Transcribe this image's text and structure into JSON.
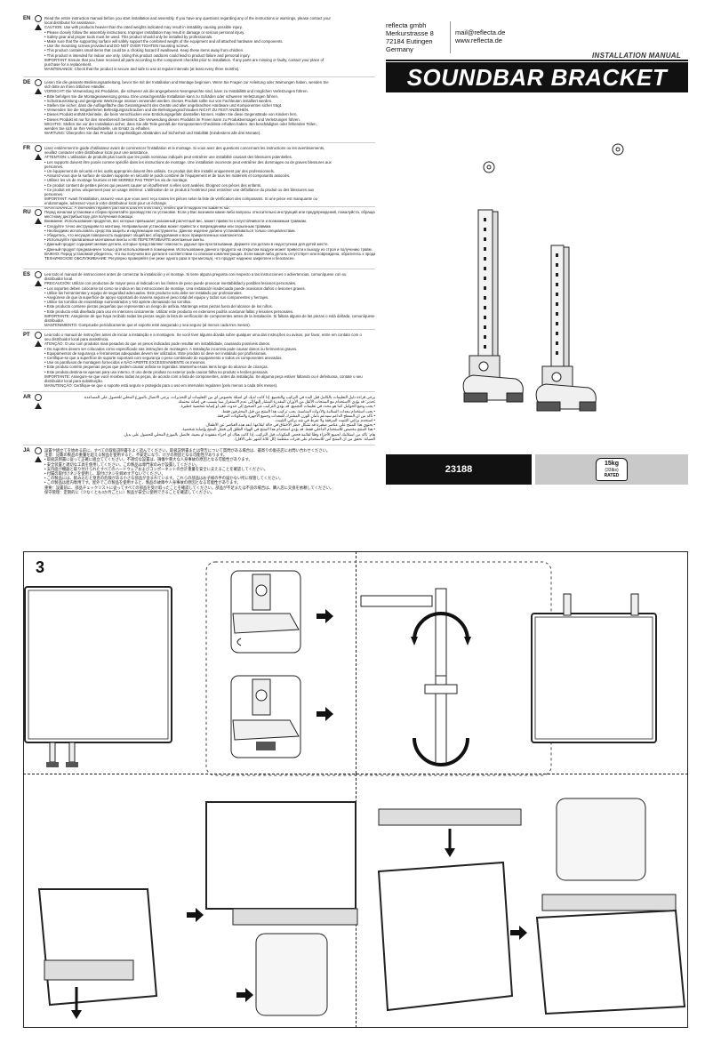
{
  "company": {
    "lines": [
      "reflecta gmbh",
      "Merkurstrasse 8",
      "72184 Eutingen",
      "Germany"
    ],
    "email": "mail@reflecta.de",
    "web": "www.reflecta.de"
  },
  "manual_type": "INSTALLATION MANUAL",
  "product_title": "SOUNDBAR BRACKET",
  "article_number": "23188",
  "weight_badge": {
    "value": "15kg",
    "unit": "(33lbs)",
    "label": "RATED"
  },
  "step_number": "3",
  "languages": [
    {
      "code": "EN",
      "lines": [
        "Read the entire instruction manual before you start installation and assembly. If you have any questions regarding any of the instructions or warnings, please contact your",
        "local distributor for assistance.",
        "CAUTION: Use with products heavier than the rated weights indicated may result in instability causing possible injury.",
        "• Please closely follow the assembly instructions. Improper installation may result in damage or serious personal injury.",
        "• Safety gear and proper tools must be used. This product should only be installed by professionals.",
        "• Make sure that the supporting surface will safely support the combined weight of the equipment and all attached hardware and components.",
        "• Use the mounting screws provided and DO NOT OVER TIGHTEN mounting screws.",
        "• This product contains small items that could be a choking hazard if swallowed. Keep these items away from children.",
        "• This product is intended for indoor use only. Using this product outdoors could lead to product failure and personal injury.",
        "IMPORTANT: Ensure that you have received all parts according to the component checklist prior to installation. If any parts are missing or faulty, contact your place of",
        "purchase for a replacement.",
        "MAINTENANCE: Check that the product is secure and safe to use at regular intervals (at least every three months)."
      ]
    },
    {
      "code": "DE",
      "lines": [
        "Lesen Sie die gesamte Bedienungsanleitung, bevor Sie mit der Installation und Montage beginnen. Wenn Sie Fragen zur Anleitung oder Warnungen haben, wenden Sie",
        "sich bitte an Ihren örtlichen Händler.",
        "VORSICHT: Die Verwendung mit Produkten, die schwerer als die angegebenen Nenngewichte sind, kann zu Instabilität und möglichen Verletzungen führen.",
        "• Bitte befolgen Sie die Montageanweisung genau. Eine unsachgemäße Installation kann zu Schäden oder schweren Verletzungen führen.",
        "• Schutzausrüstung und geeignete Werkzeuge müssen verwendet werden. Dieses Produkt sollte nur von Fachleuten installiert werden.",
        "• Stellen Sie sicher, dass die Auflagefläche das Gesamtgewicht des Geräts und aller angebrachten Hardware und Komponenten sicher trägt.",
        "• Verwenden Sie die mitgelieferten Befestigungsschrauben und die Befestigungsschrauben NICHT ZU FEST ANZIEHEN.",
        "• Dieses Produkt enthält Kleinteile, die beim Verschlucken eine Erstickungsgefahr darstellen können. Halten Sie diese Gegenstände von Kindern fern.",
        "• Dieses Produkt ist nur für den Innenbereich bestimmt. Die Verwendung dieses Produkts im Freien kann zu Produktversagen und Verletzungen führen.",
        "WICHTIG: Stellen Sie vor der Installation sicher, dass Sie alle Teile gemäß der Komponenten-Checkliste erhalten haben. Bei beschädigten oder fehlenden Teilen,",
        "wenden Sie sich an Ihre Verkaufsstelle, um Ersatz zu erhalten.",
        "WARTUNG: Überprüfen Sie das Produkt in regelmäßigen Abständen auf Sicherheit und Stabilität (mindestens alle drei Monate)."
      ]
    },
    {
      "code": "FR",
      "lines": [
        "Lisez entièrement le guide d'utilisateur avant de commencer l'installation et le montage. Si vous avez des questions concernant les instructions ou les avertissements,",
        "veuillez contacter votre distributeur local pour une assistance.",
        "ATTENTION: L'utilisation de produits plus lourds que les poids nominaux indiqués peut entraîner une instabilité causant des blessures potentielles.",
        "• Les supports doivent être posés comme spécifié dans les instructions de montage. Une installation incorrecte peut entraîner des dommages ou de graves blessures aux",
        "personnes.",
        "• Un équipement de sécurité et les outils appropriés doivent être utilisés. Ce produit doit être installé uniquement par des professionnels.",
        "• Assurez-vous que la surface de soutien supporte en sécurité le poids combiné de l'équipement et de tous les matériels et composants associés.",
        "• Utilisez les vis de montage fournies et NE SERREZ PAS TROP les vis de montage.",
        "• Ce produit contient de petites pièces qui peuvent causer un étouffement si elles sont avalées. Éloignez ces pièces des enfants.",
        "• Ce produit est prévu uniquement pour un usage intérieur. L'utilisation de ce produit à l'extérieur peut entraîner une défaillance du produit ou des blessures aux",
        "personnes.",
        "IMPORTANT: Avant l'installation, assurez-vous que vous avez reçu toutes les pièces selon la liste de vérification des composants. Si une pièce est manquante ou",
        "endommagée, adressez-vous à votre distributeur local pour un échange.",
        "MAINTENANCE: À intervalles réguliers (au moins tous les trois mois), vérifiez que le support est stable et sûr."
      ]
    },
    {
      "code": "RU",
      "lines": [
        "Перед началом установки и сборки прочитайте руководство по установке. Если у Вас возникли какие-либо вопросы относительно инструкций или предупреждений, пожалуйста, обращайтесь к Вашему",
        "местному дистрибьютору для получения помощи.",
        "Внимание: Использование продуктов, вес которых превышает указанный расчетный вес, может привести к неустойчивости и возможным травмам.",
        "• Следуйте точно инструкциям по монтажу. Неправильная установка может привести к повреждениям или серьезным травмам.",
        "• Необходимо использовать средства защиты и надлежащие инструменты. Данное изделие должно устанавливаться только специалистами.",
        "• Убедитесь, что несущая поверхность выдержит общий вес оборудования и всех прикрепленных компонентов.",
        "• Используйте прилагаемые монтажные винты и НЕ ПЕРЕТЯГИВАЙТЕ монтажные винты.",
        "• Данный продукт содержит мелкие детали, которые представляют опасность удушья при проглатывании. Держите эти детали в недоступном для детей месте.",
        "• Данный продукт предназначен только для использования в помещении. Использование данного продукта на открытом воздухе может привести к выходу из строя и получению травм.",
        "ВАЖНО: Перед установкой убедитесь, что вы получили все детали в соответствии со списком комплектующих. Если какая-либо деталь отсутствует или повреждена, обратитесь к продавцу.",
        "ТЕХНИЧЕСКОЕ ОБСЛУЖИВАНИЕ: Регулярно проверяйте (не реже одного раза в три месяца), что продукт надежно закреплен и безопасен."
      ]
    },
    {
      "code": "ES",
      "lines": [
        "Lea todo el manual de instrucciones antes de comenzar la instalación y el montaje. Si tiene alguna pregunta con respecto a las instrucciones o advertencias, comuníquese con su",
        "distribuidor local.",
        "PRECAUCIÓN: Utilizar con productos de mayor peso al indicado en los límites de peso puede provocar inestabilidad y posibles lesiones personales.",
        "• Los soportes deben colocarse tal como se indica en las instrucciones de montaje. Una instalación inadecuada puede ocasionar daños o lesiones graves.",
        "• Utilice las herramientas y equipo de seguridad adecuados. Este producto solo debe ser instalado por profesionales.",
        "• Asegúrese de que la superficie de apoyo soportará de manera segura el peso total del equipo y todos sus componentes y herrajes.",
        "• Utilice los tornillos de ensamblaje suministrados y NO apriete demasiado los tornillos.",
        "• Este producto contiene piezas pequeñas que representan un riesgo de asfixia. Mantenga estas piezas fuera del alcance de los niños.",
        "• Este producto está diseñado para uso en interiores únicamente. Utilizar este producto en exteriores podría ocasionar fallas y lesiones personales.",
        "IMPORTANTE: Asegúrese de que haya recibido todas las piezas según la lista de verificación de componentes antes de la instalación. Si faltara alguna de las piezas o está dañada, comuníquese con su",
        "distribuidor.",
        "MANTENIMIENTO: Compruebe periódicamente que el soporte esté asegurado y sea seguro (al menos cada tres meses)."
      ]
    },
    {
      "code": "PT",
      "lines": [
        "Leia todo o manual de instruções antes de iniciar a instalação e a montagem. Se você tiver alguma dúvida sobre qualquer uma das instruções ou avisos, por favor, entre em contato com o",
        "seu distribuidor local para assistência.",
        "ATENÇÃO: O uso com produtos mais pesados do que os pesos indicados pode resultar em instabilidade, causando possíveis danos.",
        "• Os suportes devem ser colocados como especificado nas instruções de montagem. A instalação incorreta pode causar danos ou ferimentos graves.",
        "• Equipamentos de segurança e ferramentas adequadas devem ser utilizados. Este produto só deve ser instalado por profissionais.",
        "• Certifique-se que a superfície de suporte suportará com segurança o peso combinado do equipamento e todos os componentes anexados.",
        "• Use os parafusos de montagem fornecidos e NÃO APERTE EXCESSIVAMENTE os mesmos.",
        "• Este produto contém pequenas peças que podem causar asfixia se ingeridas. Mantenha essas itens longe do alcance de crianças.",
        "• Este produto destina-se apenas para uso interno. O uso deste produto no exterior pode causar falha no produto e lesões pessoais.",
        "IMPORTANTE: Assegure-se que você recebeu todas as peças, de acordo com a lista de componentes, antes da instalação. Se alguma peça estiver faltando ou é defeituosa, contate o seu",
        "distribuidor local para substituição.",
        "MANUTENÇÃO: Certifique-se que o suporte está seguro e protegido para o uso em intervalos regulares (pelo menos a cada três meses)."
      ]
    },
    {
      "code": "AR",
      "lines": [
        "يرجى قراءة دليل التعليمات بالكامل قبل البدء في التركيب والتجميع. إذا كانت لديك أي أسئلة بخصوص أي من التعليمات أو التحذيرات، يرجى الاتصال بالموزع المحلي للحصول على المساعدة.",
        "تحذير: قد يؤدي الاستخدام مع المنتجات الأثقل من الأوزان المقدرة المشار إليها إلى عدم الاستقرار مما يتسبب في إصابة محتملة.",
        "• يجب وضع الحوامل كما هو محدد في تعليمات التجميع. قد يؤدي التركيب غير الصحيح إلى حدوث تلف أو إصابة شخصية خطيرة.",
        "• يجب استخدام معدات السلامة والأدوات المناسبة. يجب تركيب هذا المنتج من قبل المحترفين فقط.",
        "• تأكد من أن السطح الداعم سيدعم بأمان الوزن المشترك للمعدات وجميع الأجهزة والمكونات المرفقة.",
        "• استخدم براغي التثبيت المرفقة ولا تفرط في شد براغي التثبيت.",
        "• يحتوي هذا المنتج على عناصر صغيرة قد تشكل خطر الاختناق في حالة ابتلاعها. أبعد هذه العناصر عن الأطفال.",
        "• هذا المنتج مخصص للاستخدام الداخلي فقط. قد يؤدي استخدام هذا المنتج في الهواء الطلق إلى فشل المنتج وإصابة شخصية.",
        "هام: تأكد من استلامك لجميع الأجزاء وفقًا لقائمة فحص المكونات قبل التركيب. إذا كانت هناك أي أجزاء مفقودة أو معيبة، فاتصل بالموزع المحلي للحصول على بديل.",
        "الصيانة: تحقق من أن المنتج آمن للاستخدام على فترات منتظمة (كل ثلاثة أشهر على الأقل)."
      ]
    },
    {
      "code": "JA",
      "lines": [
        "設置や組立てを始める前に、すべての取扱説明書をよく読んでください。取扱説明書または警告について質問がある場合は、最寄りの販売店にお問い合わせください。",
        "注意：記載の製品の重量を超える製品を使用すると、不安定になり、けがの原因となる可能性があります。",
        "• 取扱説明書に従って正確に組立ててください。不適切な設置は、損傷や重大な人身事故の原因となる可能性があります。",
        "• 安全装置と適切な工具を使用してください。この製品は専門家のみが設置してください。",
        "• 支持面が機器と取り付けられたすべてのハードウェアおよびコンポーネントの合計重量を安全に支えることを確認してください。",
        "• 付属の取付けネジを使用し、取付けネジを締めすぎないでください。",
        "• この製品には、飲み込むと窒息の危険がある小さな部品が含まれています。これらの部品はお子様の手の届かない所に保管してください。",
        "• この製品は屋内専用です。屋外でこの製品を使用すると、製品の故障や人身事故の原因となる可能性があります。",
        "重要：設置前に、部品チェックリストに従ってすべての部品を受け取ったことを確認してください。部品が不足または不良の場合は、購入店に交換を依頼してください。",
        "保守管理：定期的に（少なくとも3か月ごとに）製品が安全に使用できることを確認してください。"
      ]
    }
  ]
}
